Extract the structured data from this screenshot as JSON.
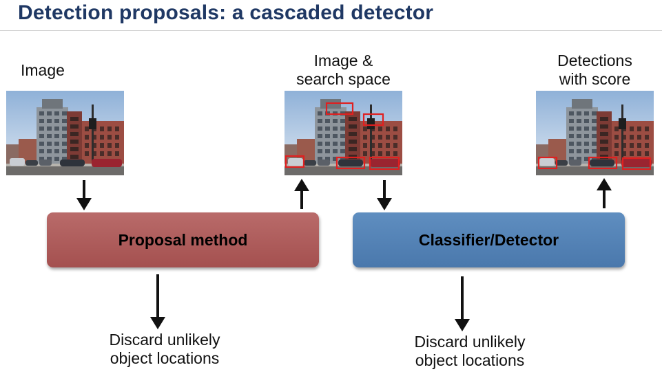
{
  "title": "Detection proposals: a cascaded detector",
  "labels": {
    "image": "Image",
    "search_space": [
      "Image &",
      "search space"
    ],
    "detections": [
      "Detections",
      "with score"
    ]
  },
  "boxes": {
    "proposal": "Proposal method",
    "classifier": "Classifier/Detector"
  },
  "discard_left": [
    "Discard unlikely",
    "object locations"
  ],
  "discard_right": [
    "Discard unlikely",
    "object locations"
  ],
  "colors": {
    "title": "#1f3864",
    "proposal_box": "#a9595a",
    "classifier_box": "#5584b8",
    "detection_box": "#e02020"
  },
  "icons": [
    "street-scene-photo",
    "arrow-down-icon",
    "arrow-up-icon"
  ]
}
